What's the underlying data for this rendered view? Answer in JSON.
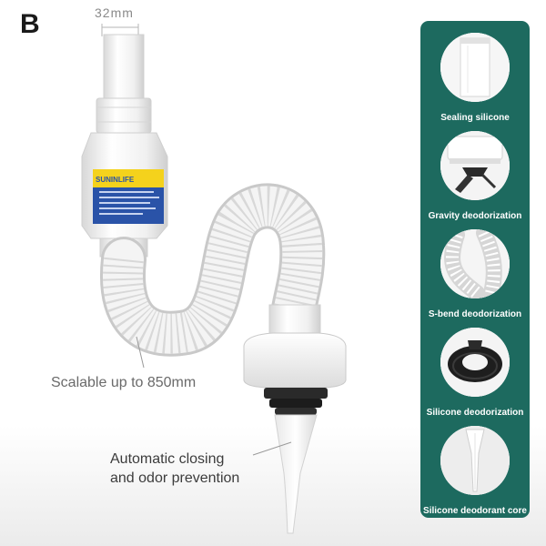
{
  "header": {
    "letter": "B",
    "size_label": "32mm"
  },
  "product": {
    "brand_label": "SUNINLIFE",
    "callouts": {
      "scalable": "Scalable up to 850mm",
      "auto_line1": "Automatic closing",
      "auto_line2": "and odor prevention"
    }
  },
  "features": {
    "items": [
      {
        "label": "Sealing silicone",
        "icon": "sealing-silicone-icon"
      },
      {
        "label": "Gravity deodorization",
        "icon": "gravity-deodorization-icon"
      },
      {
        "label": "S-bend deodorization",
        "icon": "s-bend-deodorization-icon"
      },
      {
        "label": "Silicone deodorization",
        "icon": "silicone-deodorization-icon"
      },
      {
        "label": "Silicone deodorant core",
        "icon": "silicone-deodorant-core-icon"
      }
    ]
  },
  "colors": {
    "panel": "#1d6a5f",
    "label_yellow": "#f4d21c",
    "label_blue": "#2a53a8",
    "pipe_white": "#f3f3f3"
  }
}
